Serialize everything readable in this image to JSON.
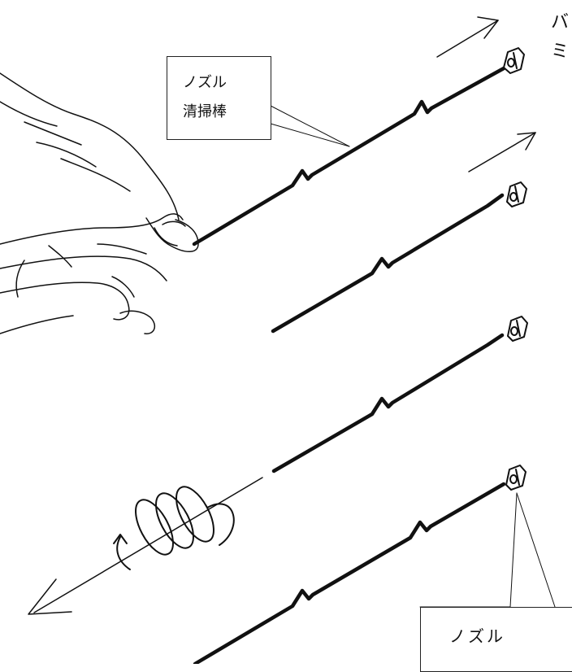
{
  "diagram": {
    "top_text_line1": "バ",
    "top_text_line2": "ミ",
    "labels": {
      "rod_line1": "ノズル",
      "rod_line2": "清掃棒",
      "nozzle": "ノズル"
    }
  },
  "colors": {
    "stroke": "#111111",
    "background": "#ffffff"
  }
}
